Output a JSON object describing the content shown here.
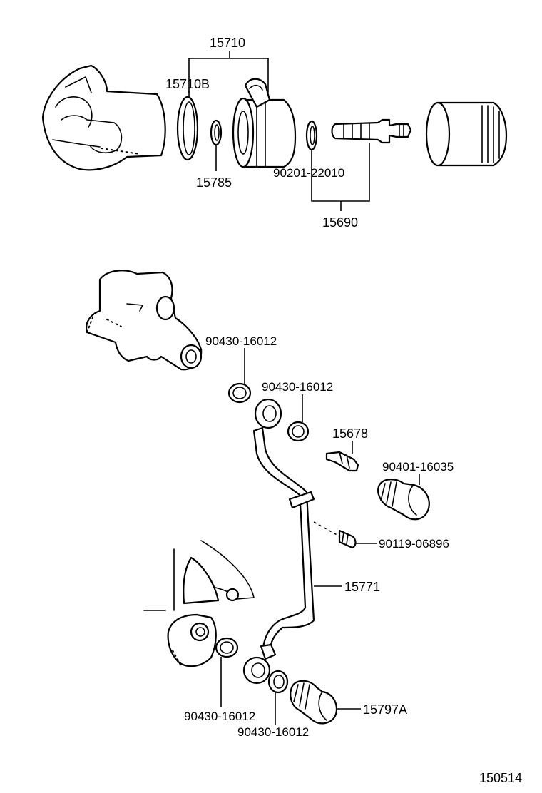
{
  "labels": {
    "p15710": "15710",
    "p15710B": "15710B",
    "p15785": "15785",
    "p90201_22010": "90201-22010",
    "p15690": "15690",
    "p90430_a": "90430-16012",
    "p90430_b": "90430-16012",
    "p15678": "15678",
    "p90401_16035": "90401-16035",
    "p90119_06896": "90119-06896",
    "p15771": "15771",
    "p90430_c": "90430-16012",
    "p90430_d": "90430-16012",
    "p15797A": "15797A",
    "diagram_number": "150514"
  }
}
